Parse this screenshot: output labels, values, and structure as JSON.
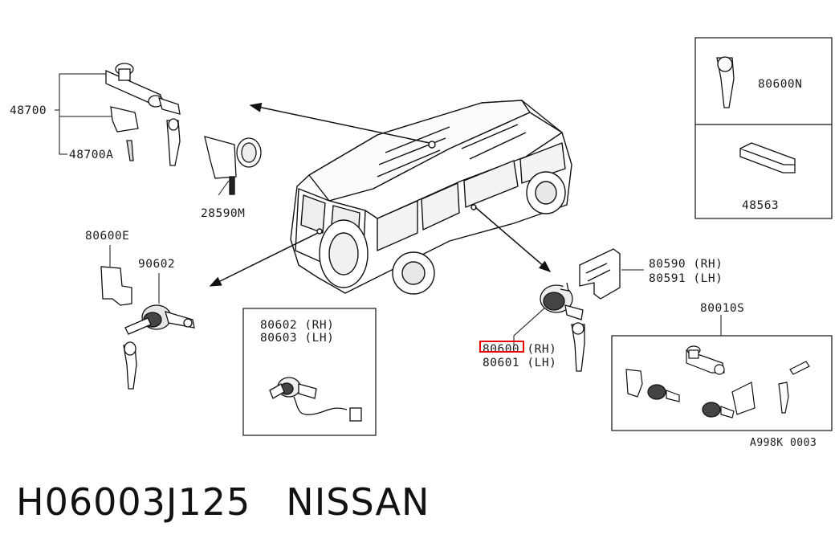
{
  "labels": {
    "p48700": "48700",
    "p48700a": "48700A",
    "p28590m": "28590M",
    "p80600e": "80600E",
    "p90602": "90602",
    "p80602": "80602 (RH)",
    "p80603": "80603 (LH)",
    "p80600_rh": "80600 (RH)",
    "p80601": "80601 (LH)",
    "p80590": "80590 (RH)",
    "p80591": "80591 (LH)",
    "p80010s": "80010S",
    "p80600n": "80600N",
    "p48563": "48563",
    "ref": "A998K 0003"
  },
  "footer": {
    "part_number": "H06003J125",
    "brand": "NISSAN"
  },
  "highlight": {
    "color": "#e60000",
    "target": "80600"
  }
}
